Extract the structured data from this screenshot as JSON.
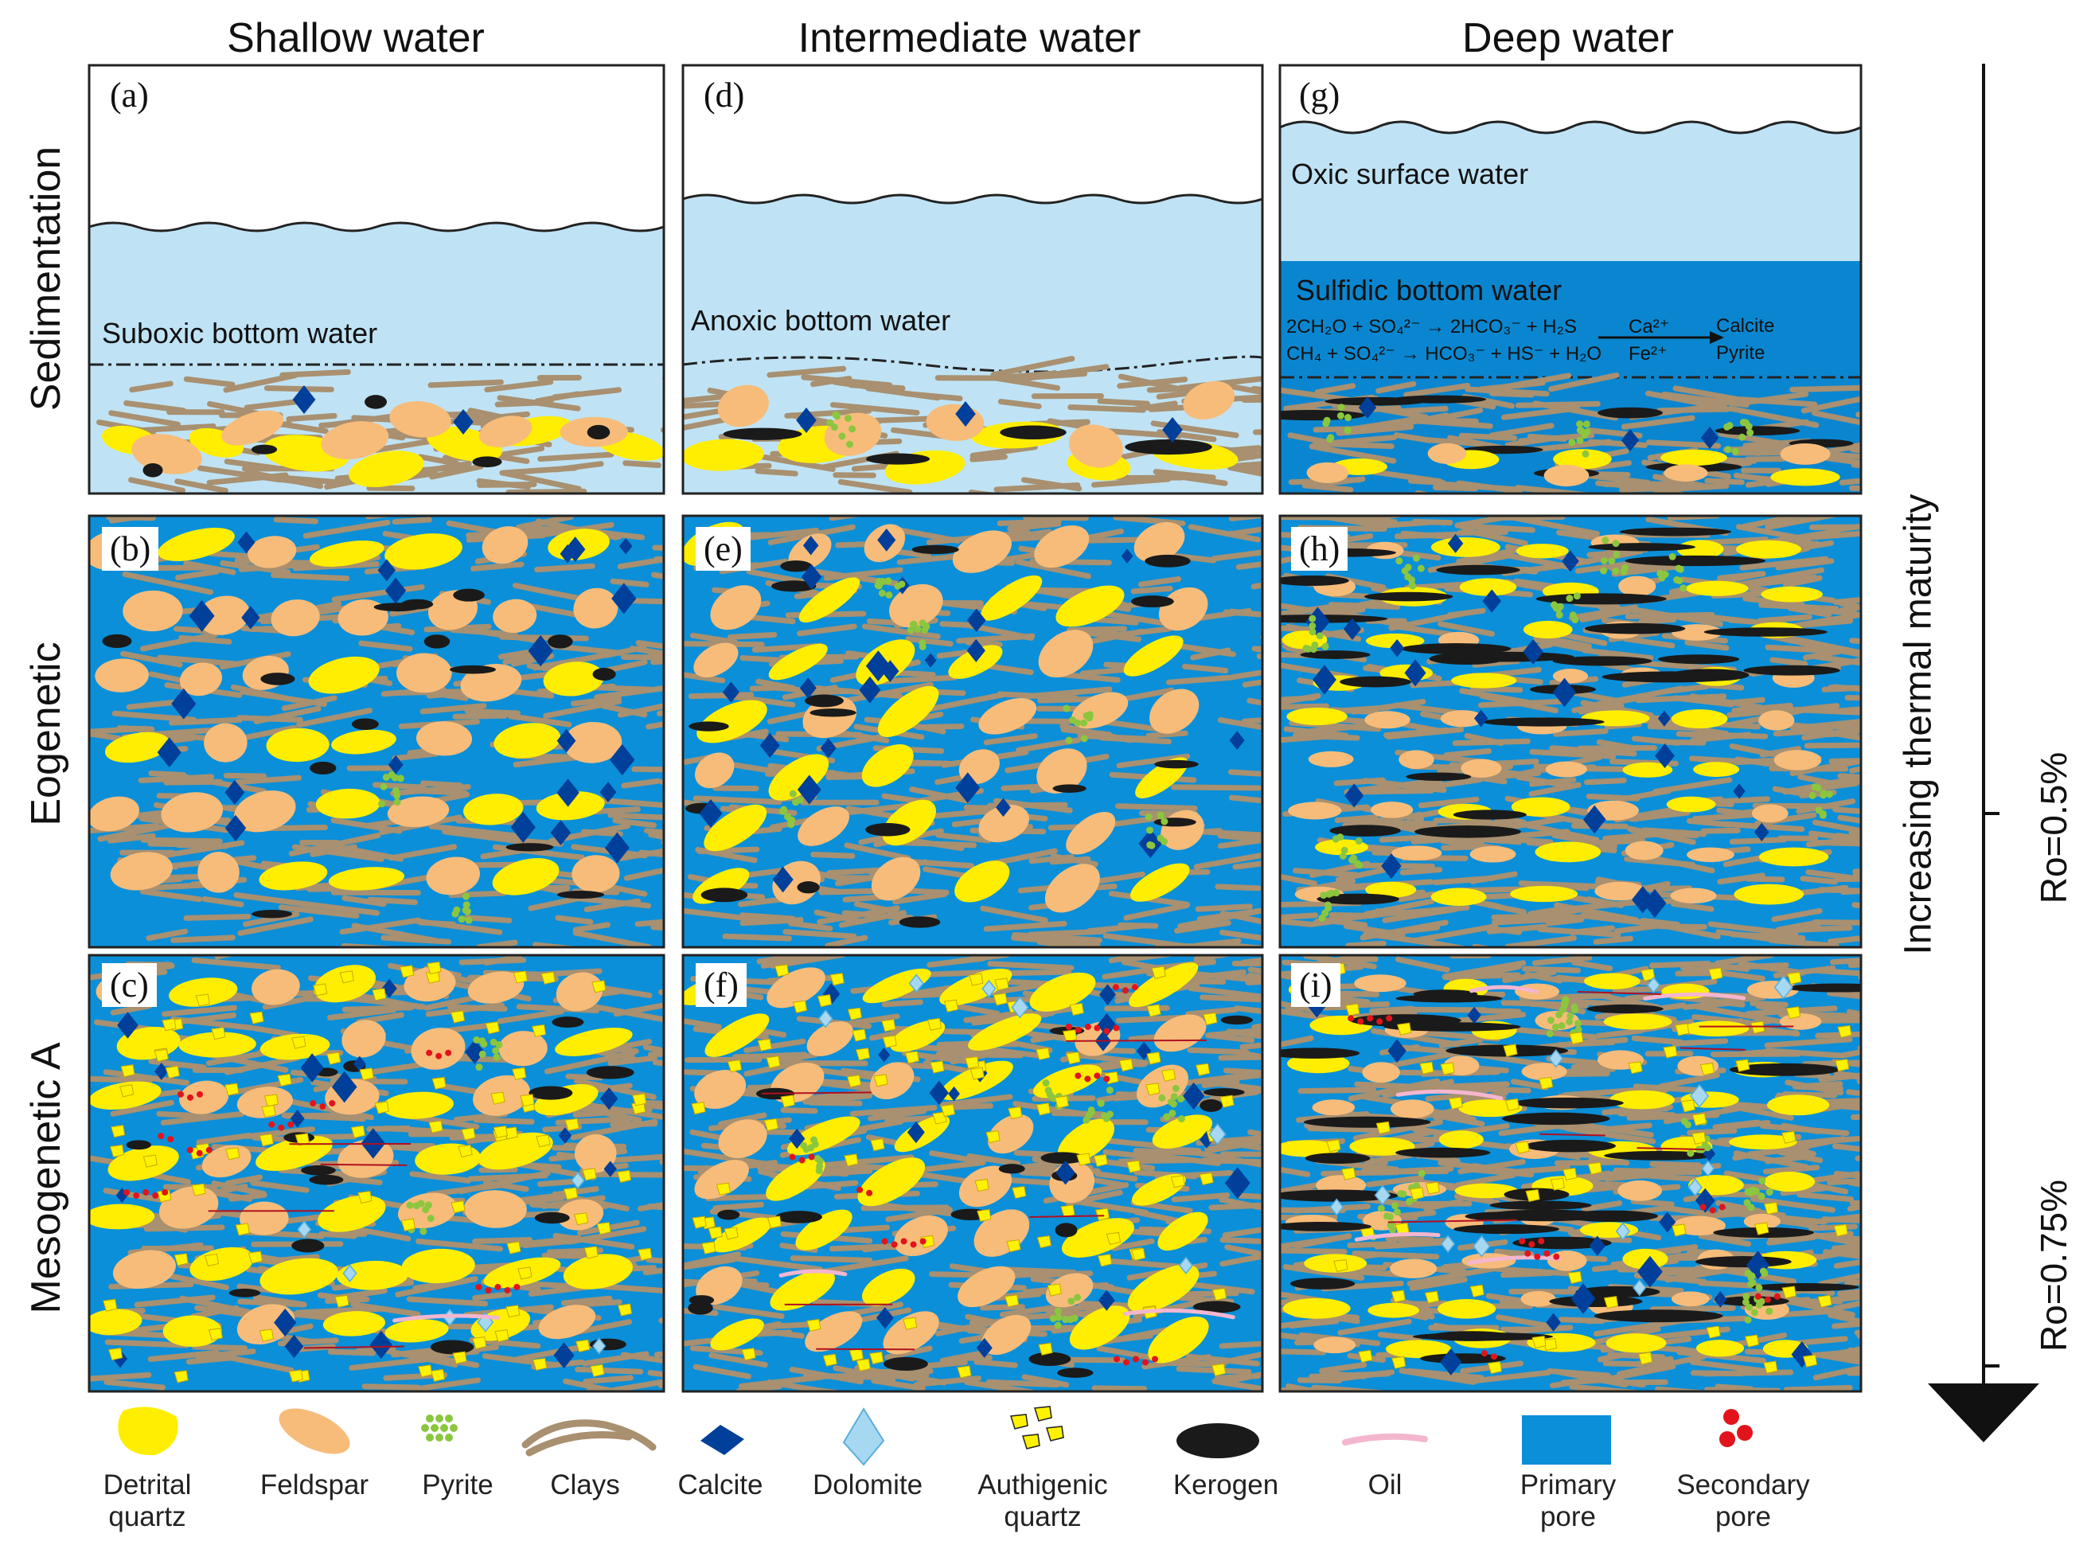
{
  "columns": [
    "Shallow water",
    "Intermediate water",
    "Deep water"
  ],
  "rows": [
    "Sedimentation",
    "Eogenetic",
    "Mesogenetic A"
  ],
  "panels": {
    "a": "(a)",
    "b": "(b)",
    "c": "(c)",
    "d": "(d)",
    "e": "(e)",
    "f": "(f)",
    "g": "(g)",
    "h": "(h)",
    "i": "(i)"
  },
  "water_labels": {
    "suboxic": "Suboxic bottom water",
    "anoxic": "Anoxic bottom water",
    "oxic": "Oxic surface water",
    "sulfidic": "Sulfidic bottom water"
  },
  "equations": {
    "eq1": "2CH₂O + SO₄²⁻ → 2HCO₃⁻ + H₂S",
    "eq2": "CH₄ + SO₄²⁻ → HCO₃⁻ + HS⁻ + H₂O",
    "ca": "Ca²⁺",
    "fe": "Fe²⁺",
    "calcite": "Calcite",
    "pyrite": "Pyrite"
  },
  "legend": [
    {
      "key": "detrital-quartz",
      "label": "Detrital quartz"
    },
    {
      "key": "feldspar",
      "label": "Feldspar"
    },
    {
      "key": "pyrite",
      "label": "Pyrite"
    },
    {
      "key": "clays",
      "label": "Clays"
    },
    {
      "key": "calcite",
      "label": "Calcite"
    },
    {
      "key": "dolomite",
      "label": "Dolomite"
    },
    {
      "key": "authigenic-quartz",
      "label": "Authigenic quartz"
    },
    {
      "key": "kerogen",
      "label": "Kerogen"
    },
    {
      "key": "oil",
      "label": "Oil"
    },
    {
      "key": "primary-pore",
      "label": "Primary pore"
    },
    {
      "key": "secondary-pore",
      "label": "Secondary pore"
    }
  ],
  "maturity_axis": {
    "title": "Increasing thermal maturity",
    "ro1": "Ro=0.5%",
    "ro2": "Ro=0.75%"
  },
  "colors": {
    "detrital_quartz": "#FFEE00",
    "feldspar": "#F7BC7A",
    "pyrite": "#8CC63F",
    "clays": "#A89070",
    "calcite": "#003F9A",
    "dolomite": "#A7D8F2",
    "authigenic_quartz": "#FFF200",
    "kerogen": "#1A1A1A",
    "oil": "#F4B6CF",
    "primary_pore": "#0B8FD8",
    "secondary_pore": "#E1141C",
    "light_water": "#BFE3F5",
    "sulfidic_water": "#0A86D0"
  }
}
